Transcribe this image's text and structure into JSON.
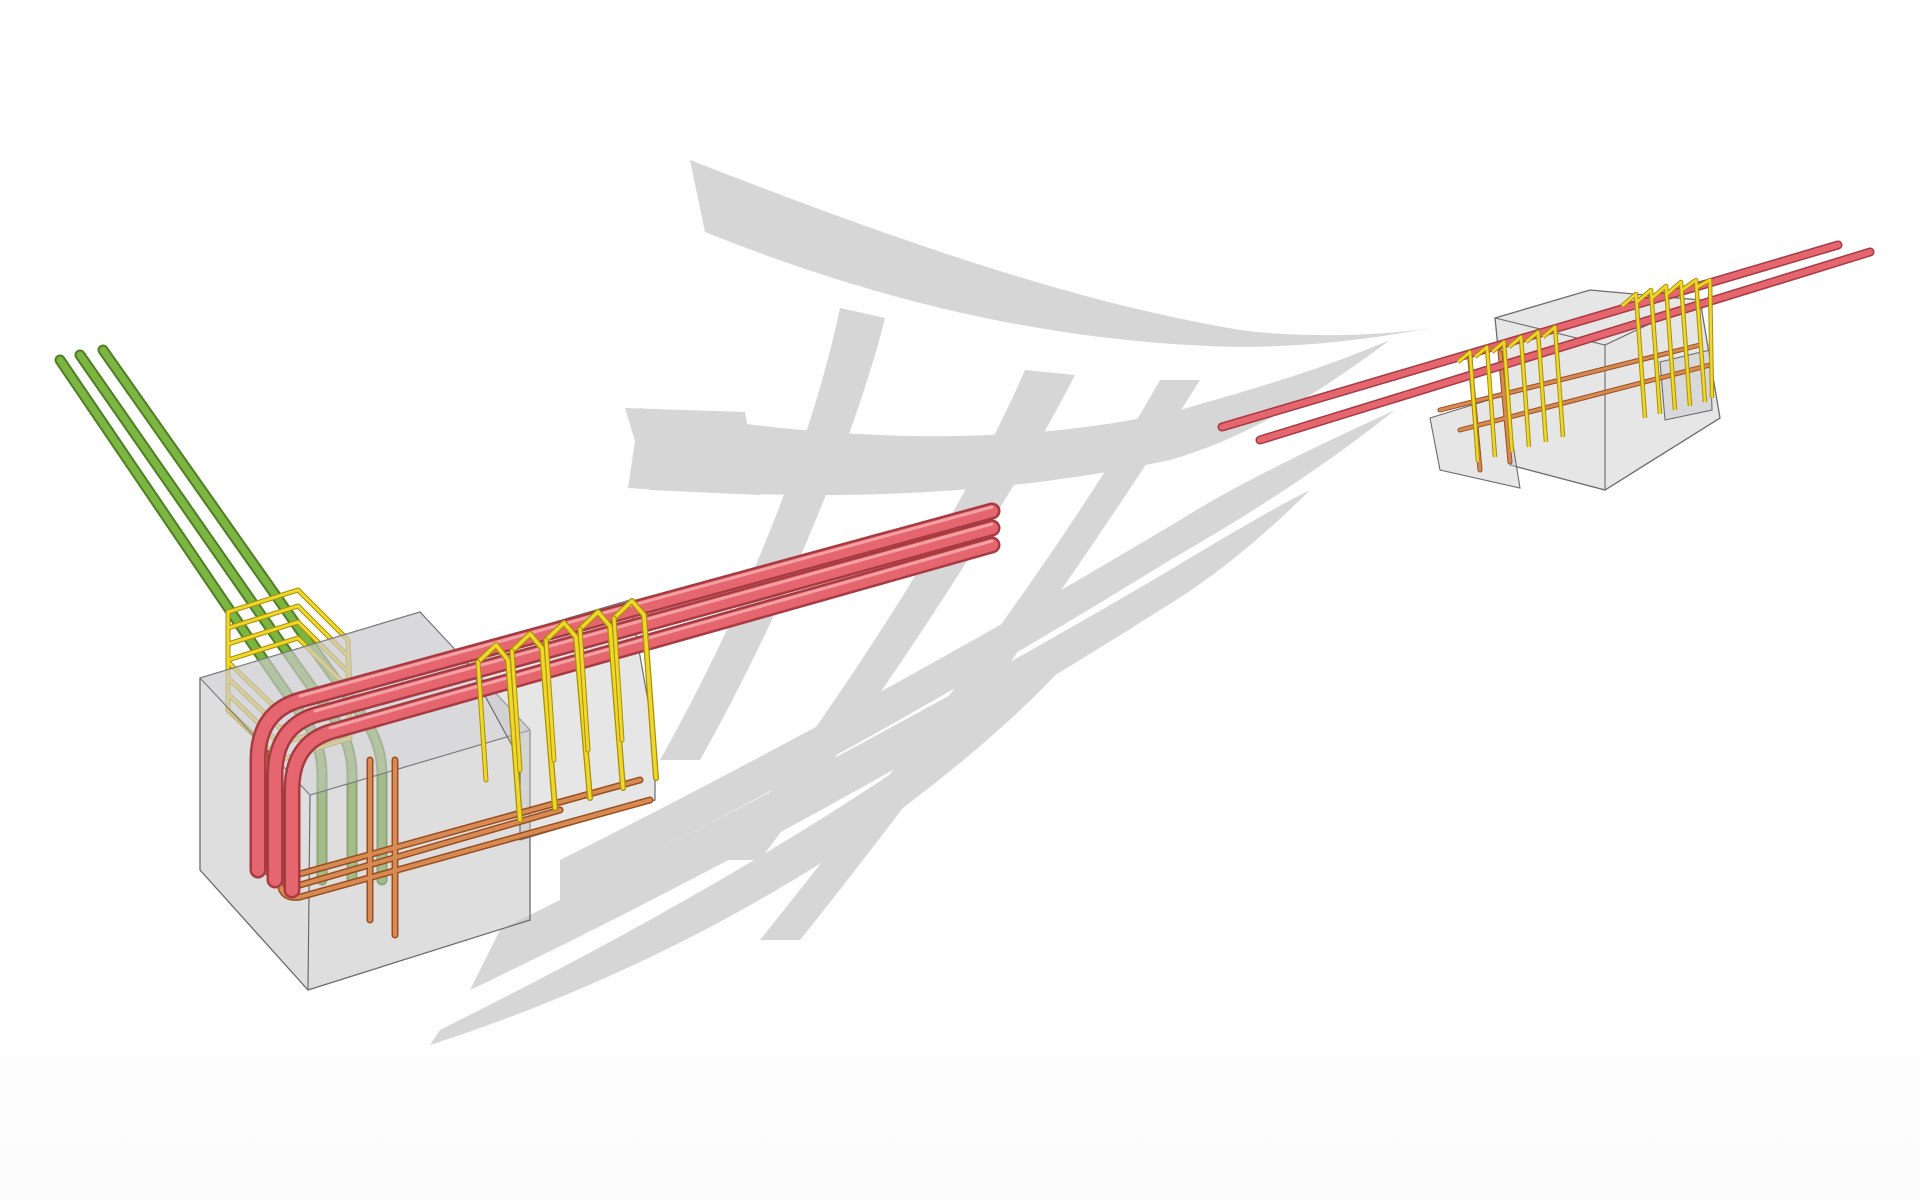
{
  "scene": {
    "background_color": "#ffffff",
    "watermark_color": "#d6d6d6",
    "concrete_color": "#bdbdbf",
    "concrete_edge_color": "#6c6c6e",
    "colors": {
      "longitudinal_top": "#dd5f66",
      "longitudinal_column": "#6aa33a",
      "stirrup": "#e6cd1e",
      "bottom_bar": "#d07a45"
    },
    "objects": [
      {
        "name": "left-joint",
        "type": "corner-beam-column-joint"
      },
      {
        "name": "right-joint",
        "type": "inline-beam-splice-joint"
      }
    ]
  }
}
